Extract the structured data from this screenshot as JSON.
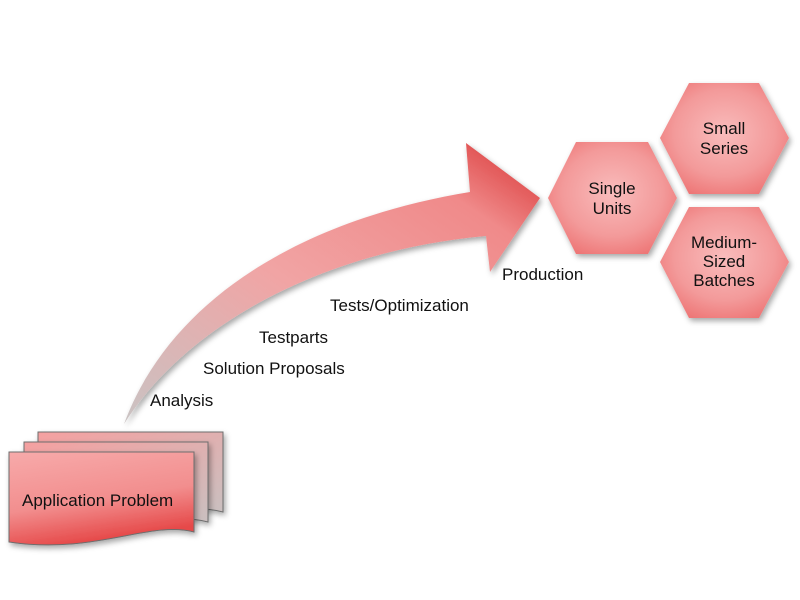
{
  "document": {
    "label": "Application Problem"
  },
  "steps": [
    {
      "label": "Analysis"
    },
    {
      "label": "Solution Proposals"
    },
    {
      "label": "Testparts"
    },
    {
      "label": "Tests/Optimization"
    },
    {
      "label": "Production"
    }
  ],
  "hexagons": [
    {
      "lines": [
        "Single",
        "Units"
      ]
    },
    {
      "lines": [
        "Small",
        "Series"
      ]
    },
    {
      "lines": [
        "Medium-",
        "Sized",
        "Batches"
      ]
    }
  ],
  "colors": {
    "accent": "#e03a3a",
    "fill_light": "#f7b6b6",
    "fill_mid": "#f08c8c",
    "grey": "#c8c4c4"
  }
}
